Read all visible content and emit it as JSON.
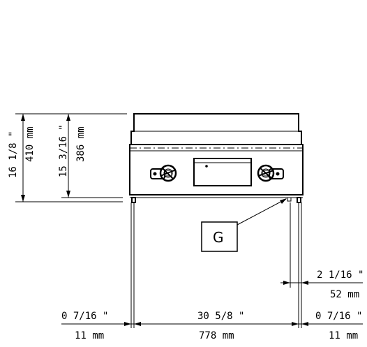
{
  "dimensions": {
    "total_height_in": "16 1/8 \"",
    "total_height_mm": "410 mm",
    "panel_height_in": "15 3/16 \"",
    "panel_height_mm": "386 mm",
    "left_offset_in": "0 7/16 \"",
    "left_offset_mm": "11 mm",
    "width_in": "30 5/8 \"",
    "width_mm": "778 mm",
    "right_offset_in": "0 7/16 \"",
    "right_offset_mm": "11 mm",
    "connection_offset_in": "2 1/16 \"",
    "connection_offset_mm": "52 mm"
  },
  "callout": {
    "label": "G"
  }
}
